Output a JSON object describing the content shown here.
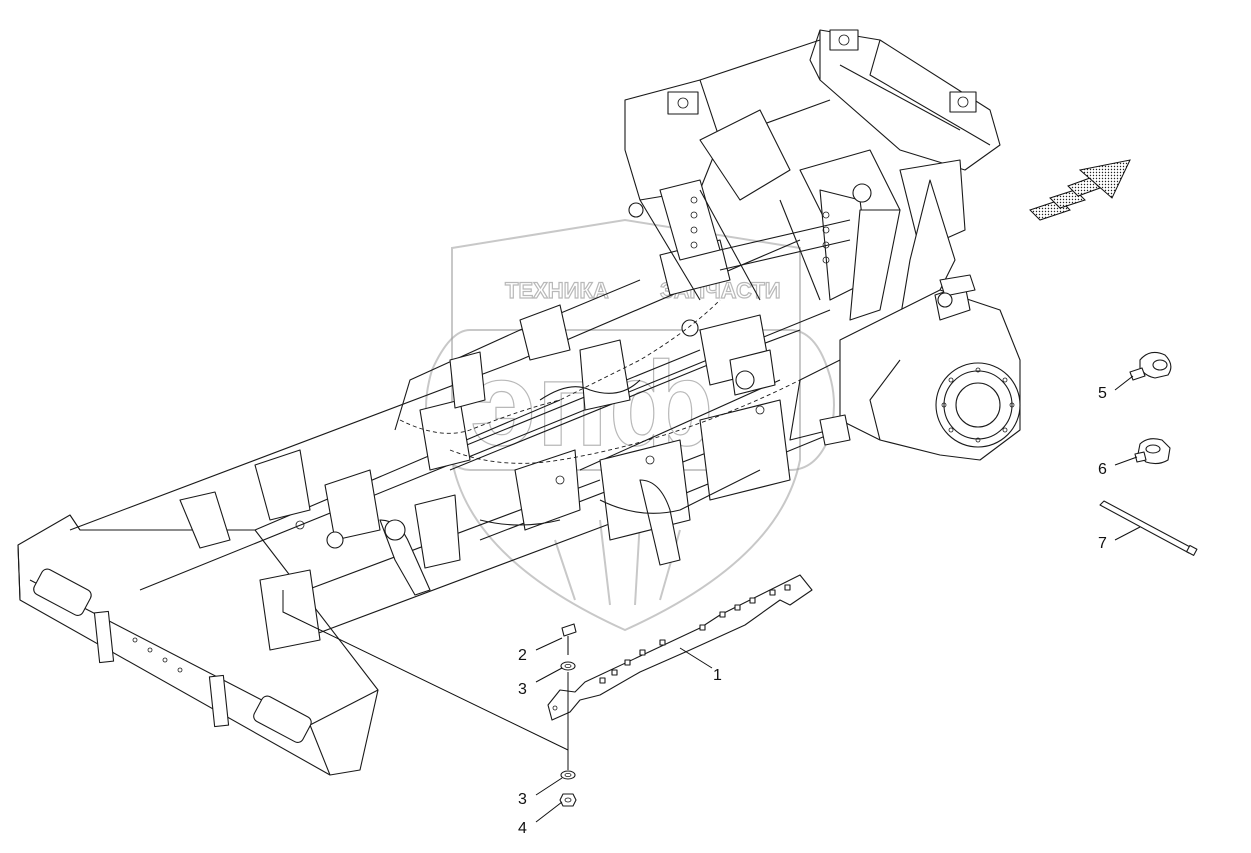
{
  "watermark": {
    "left_word": "ТЕХНИКА",
    "right_word": "ЗАПЧАСТИ",
    "logo_letters": "эпф"
  },
  "callouts": [
    {
      "id": "c1",
      "label": "1"
    },
    {
      "id": "c2",
      "label": "2"
    },
    {
      "id": "c3a",
      "label": "3"
    },
    {
      "id": "c3b",
      "label": "3"
    },
    {
      "id": "c4",
      "label": "4"
    },
    {
      "id": "c5",
      "label": "5"
    },
    {
      "id": "c6",
      "label": "6"
    },
    {
      "id": "c7",
      "label": "7"
    }
  ],
  "direction_arrow": {
    "icon": "forward-direction-arrow-icon"
  }
}
